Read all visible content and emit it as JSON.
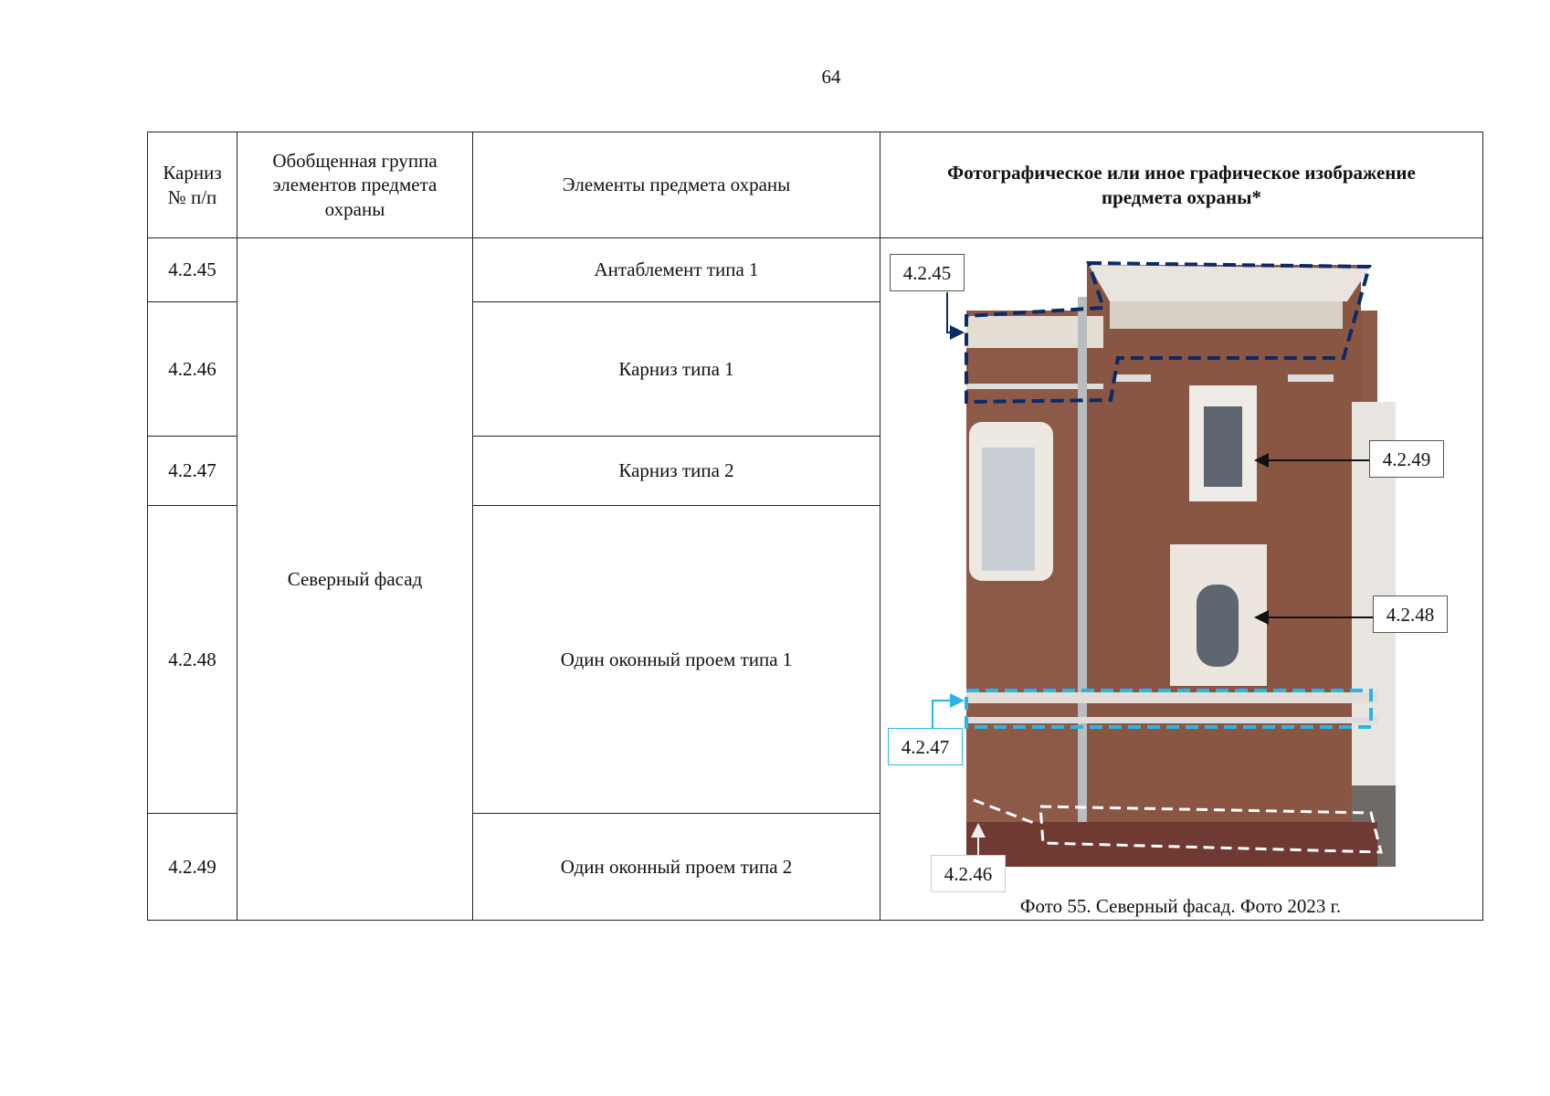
{
  "page_number": "64",
  "table": {
    "headers": [
      "Карниз № п/п",
      "Обобщенная группа элементов предмета охраны",
      "Элементы предмета охраны",
      "Фотографическое или иное графическое изображение предмета охраны*"
    ],
    "group": "Северный фасад",
    "rows": [
      {
        "num": "4.2.45",
        "element": "Антаблемент типа 1"
      },
      {
        "num": "4.2.46",
        "element": "Карниз типа 1"
      },
      {
        "num": "4.2.47",
        "element": "Карниз типа 2"
      },
      {
        "num": "4.2.48",
        "element": "Один оконный проем типа 1"
      },
      {
        "num": "4.2.49",
        "element": "Один оконный проем типа 2"
      }
    ]
  },
  "photo": {
    "caption": "Фото 55. Северный фасад. Фото 2023 г.",
    "labels": [
      "4.2.45",
      "4.2.49",
      "4.2.48",
      "4.2.47",
      "4.2.46"
    ],
    "colors": {
      "entablature": "#0d2a66",
      "cornice2": "#29b6e6",
      "cornice1": "#ffffff",
      "brick": "#8e5a48"
    }
  }
}
